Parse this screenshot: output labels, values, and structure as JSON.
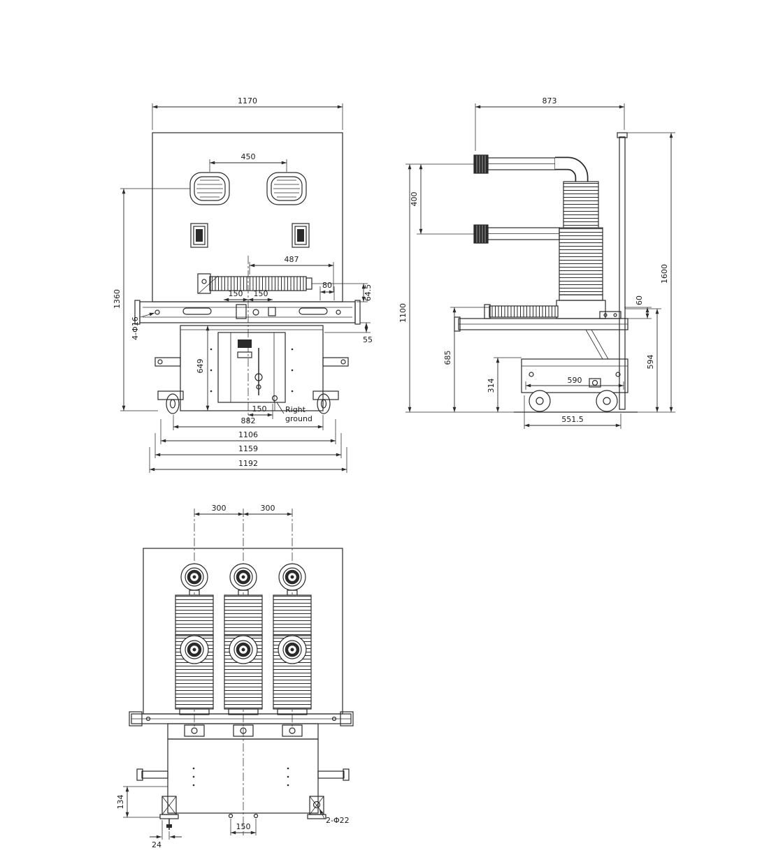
{
  "drawing": {
    "front": {
      "width_top": "1170",
      "vent_spacing": "450",
      "arm_span": "487",
      "left_150": "150",
      "right_150": "150",
      "dim_80": "80",
      "dim_64_5": "64.5",
      "dim_55": "55",
      "height_total": "1360",
      "mount_holes": "4-Φ16",
      "cabinet_height": "649",
      "ground_offset": "150",
      "ground_label_1": "Right",
      "ground_label_2": "ground",
      "width_882": "882",
      "width_1106": "1106",
      "width_1159": "1159",
      "width_1192": "1192"
    },
    "side": {
      "depth_top": "873",
      "bushing_spacing": "400",
      "dim_1100": "1100",
      "dim_685": "685",
      "dim_314": "314",
      "trolley_width": "590",
      "wheel_base": "551.5",
      "dim_594": "594",
      "dim_60": "60",
      "height_total": "1600"
    },
    "rear": {
      "pole_spacing_1": "300",
      "pole_spacing_2": "300",
      "dim_134": "134",
      "dim_24": "24",
      "dim_150": "150",
      "foot_holes": "2-Φ22"
    }
  }
}
